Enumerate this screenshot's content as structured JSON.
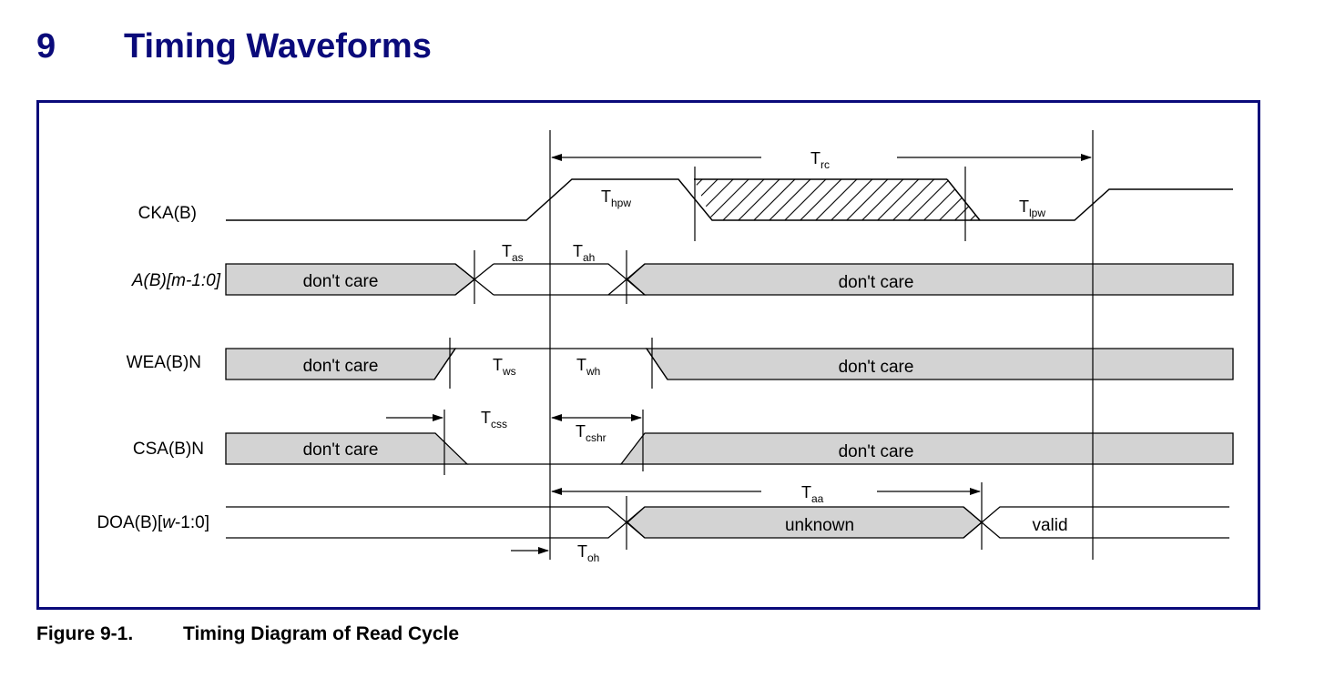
{
  "heading": {
    "number": "9",
    "title": "Timing Waveforms"
  },
  "caption": {
    "number": "Figure 9-1.",
    "text": "Timing Diagram of Read Cycle"
  },
  "signals": {
    "cka": "CKA(B)",
    "addr": {
      "a": "A(B)[",
      "b": "m",
      "c": "-1:0]"
    },
    "wea": "WEA(B)N",
    "csa": "CSA(B)N",
    "doa": {
      "a": "DOA(B)[",
      "b": "w",
      "c": "-1:0]"
    }
  },
  "states": {
    "dont_care": "don't care",
    "unknown": "unknown",
    "valid": "valid"
  },
  "timing": {
    "t": "T",
    "rc": "rc",
    "hpw": "hpw",
    "lpw": "lpw",
    "as": "as",
    "ah": "ah",
    "ws": "ws",
    "wh": "wh",
    "css": "css",
    "cshr": "cshr",
    "aa": "aa",
    "oh": "oh"
  },
  "colors": {
    "heading": "#0a0a7a",
    "frame": "#0a0a7a",
    "shade": "#d3d3d3",
    "line": "#000000"
  }
}
